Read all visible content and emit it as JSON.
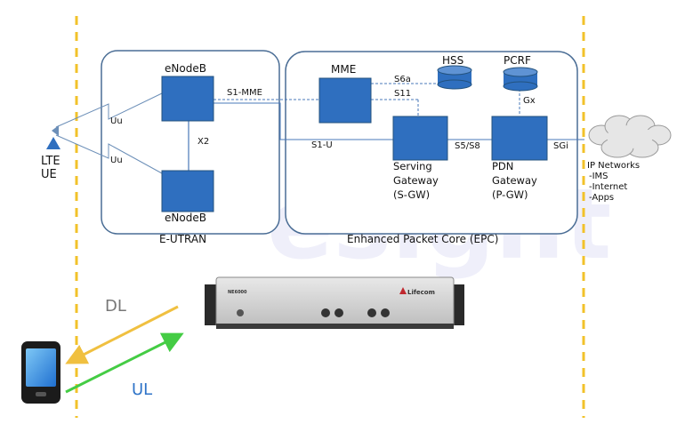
{
  "ue": {
    "label": "LTE\nUE"
  },
  "eutran": {
    "label": "E-UTRAN",
    "enodeb_top": "eNodeB",
    "enodeb_bottom": "eNodeB",
    "x2": "X2",
    "uu_top": "Uu",
    "uu_bottom": "Uu"
  },
  "epc": {
    "label": "Enhanced Packet Core (EPC)",
    "mme": "MME",
    "hss": "HSS",
    "pcrf": "PCRF",
    "s1_mme": "S1-MME",
    "s1_u": "S1-U",
    "s6a": "S6a",
    "s11": "S11",
    "s5_s8": "S5/S8",
    "gx": "Gx",
    "sgi": "SGi",
    "serving_gateway": [
      "Serving",
      "Gateway",
      "(S-GW)"
    ],
    "pdn_gateway": [
      "PDN",
      "Gateway",
      "(P-GW)"
    ]
  },
  "ip_networks": {
    "title": "IP Networks",
    "items": [
      "-IMS",
      "-Internet",
      "-Apps"
    ]
  },
  "device": {
    "model": "NE6000",
    "brand": "Lifecom"
  },
  "links": {
    "dl": "DL",
    "ul": "UL"
  },
  "watermark": "esight",
  "colors": {
    "box_fill": "#2f6fbf",
    "region_border": "#4a6d95",
    "region_fill": "#ffffff",
    "dashed_boundary": "#f2c22a",
    "dl_arrow": "#f0c040",
    "ul_arrow": "#44cc44",
    "dl_text": "#777777",
    "ul_text": "#2f74c8"
  }
}
